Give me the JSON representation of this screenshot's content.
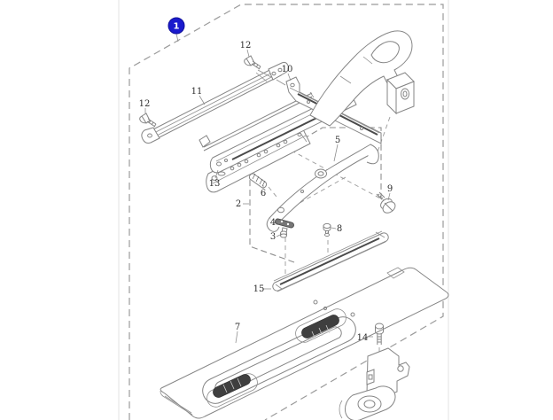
{
  "diagram": {
    "balloon": {
      "number": "1",
      "fill": "#1a1acd",
      "text_color": "#ffffff"
    },
    "part_labels": {
      "p2": "2",
      "p3": "3",
      "p4": "4",
      "p5": "5",
      "p6": "6",
      "p7": "7",
      "p8": "8",
      "p9": "9",
      "p10": "10",
      "p11": "11",
      "p12a": "12",
      "p12b": "12",
      "p13": "13",
      "p14": "14",
      "p15": "15"
    },
    "colors": {
      "line": "#858585",
      "dark_fill": "#3f3f3f",
      "dash": "#9b9b9b",
      "page_edge": "#e3e3e3",
      "label_text": "#2e2e2e"
    }
  }
}
